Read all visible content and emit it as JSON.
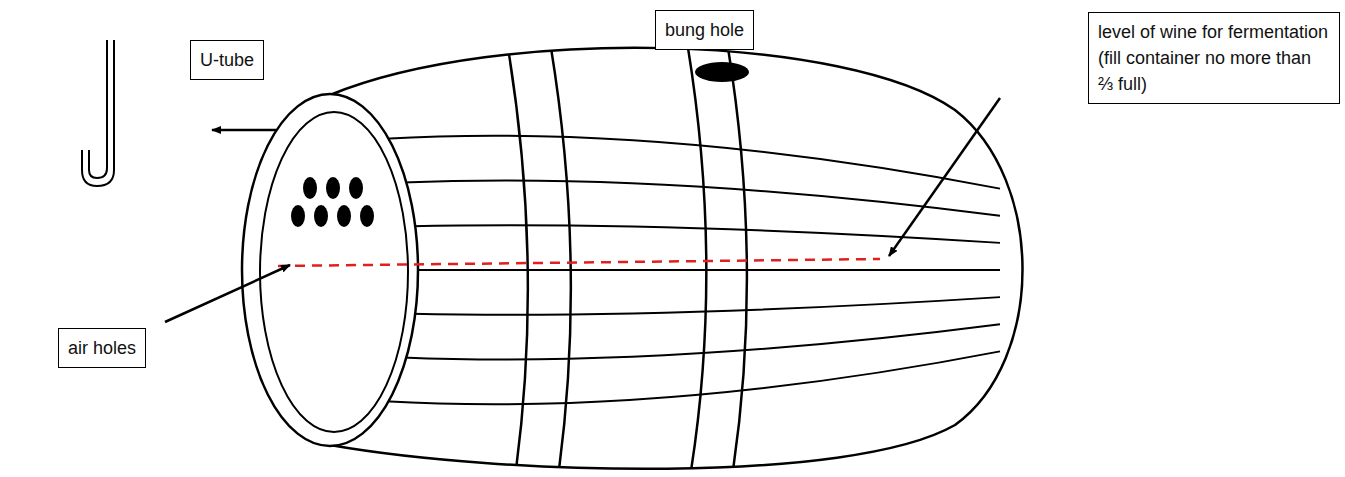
{
  "diagram": {
    "nodes": [
      {
        "text": [
          "U-tube"
        ]
      },
      {
        "text": [
          "bung hole"
        ]
      },
      {
        "text": [
          "level of wine for fermentation (fill container no more than ⅔ full)"
        ]
      },
      {
        "text": [
          "air holes"
        ]
      }
    ]
  }
}
